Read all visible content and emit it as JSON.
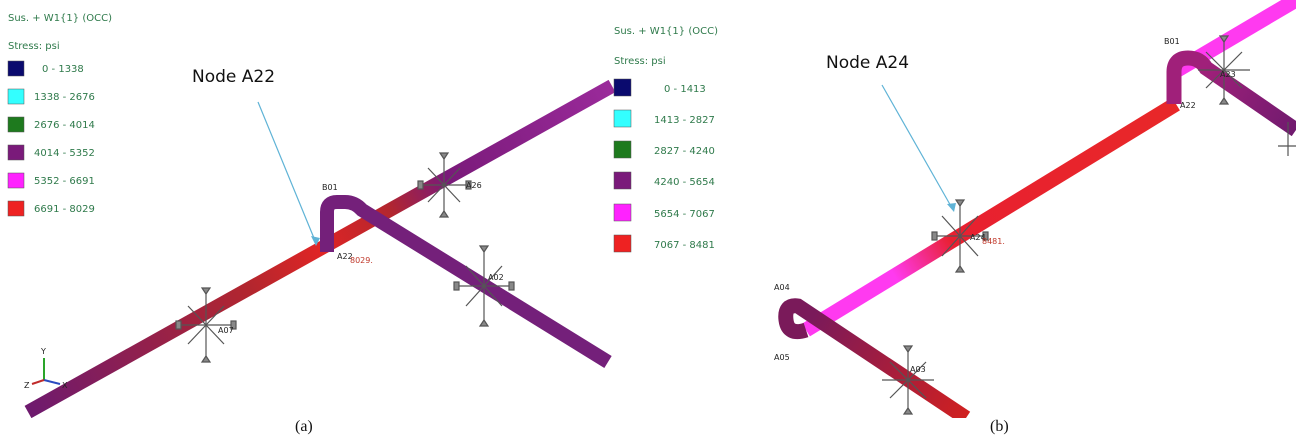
{
  "panel_a": {
    "load_case": "Sus. + W1{1} (OCC)",
    "stress_label": "Stress:  psi",
    "legend": [
      {
        "color": "#0a0a6e",
        "range": "0 -    1338"
      },
      {
        "color": "#33ffff",
        "range": "1338 -    2676"
      },
      {
        "color": "#1e7a1e",
        "range": "2676 -    4014"
      },
      {
        "color": "#7a1a7a",
        "range": "4014 -    5352"
      },
      {
        "color": "#ff22ff",
        "range": "5352 -    6691"
      },
      {
        "color": "#ee2222",
        "range": "6691 -    8029"
      }
    ],
    "callout": "Node A22",
    "node_b01": "B01",
    "node_a22": "A22",
    "value_a22": "8029.",
    "node_a02": "A02",
    "node_a07": "A07",
    "node_a26": "A26",
    "caption": "(a)"
  },
  "panel_b": {
    "load_case": "Sus. + W1{1} (OCC)",
    "stress_label": "Stress:  psi",
    "legend": [
      {
        "color": "#0a0a6e",
        "range": "0 -    1413"
      },
      {
        "color": "#33ffff",
        "range": "1413 -    2827"
      },
      {
        "color": "#1e7a1e",
        "range": "2827 -    4240"
      },
      {
        "color": "#7a1a7a",
        "range": "4240 -    5654"
      },
      {
        "color": "#ff22ff",
        "range": "5654 -    7067"
      },
      {
        "color": "#ee2222",
        "range": "7067 -    8481"
      }
    ],
    "callout": "Node A24",
    "node_b01": "B01",
    "node_a23": "A23",
    "node_a22": "A22",
    "node_a24": "A24",
    "value_a24": "8481.",
    "node_a04": "A04",
    "node_a05": "A05",
    "node_a03": "A03",
    "caption": "(b)"
  },
  "axes": {
    "x": "X",
    "y": "Y",
    "z": "Z"
  }
}
